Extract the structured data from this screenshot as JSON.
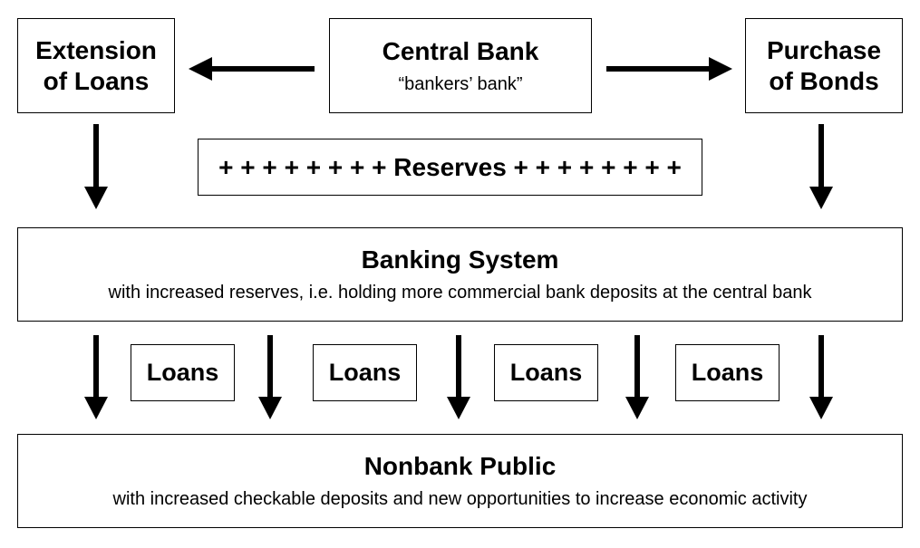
{
  "central_bank": {
    "title": "Central Bank",
    "subtitle": "“bankers’ bank”"
  },
  "extension_of_loans": {
    "line1": "Extension",
    "line2": "of Loans"
  },
  "purchase_of_bonds": {
    "line1": "Purchase",
    "line2": "of Bonds"
  },
  "reserves": {
    "label": "+ + + + + + + + Reserves + + + + + + + +"
  },
  "banking_system": {
    "title": "Banking System",
    "subtitle": "with increased reserves, i.e. holding more commercial bank deposits at the central bank"
  },
  "loans": [
    "Loans",
    "Loans",
    "Loans",
    "Loans"
  ],
  "nonbank_public": {
    "title": "Nonbank Public",
    "subtitle": "with increased checkable deposits and new opportunities to increase economic activity"
  }
}
